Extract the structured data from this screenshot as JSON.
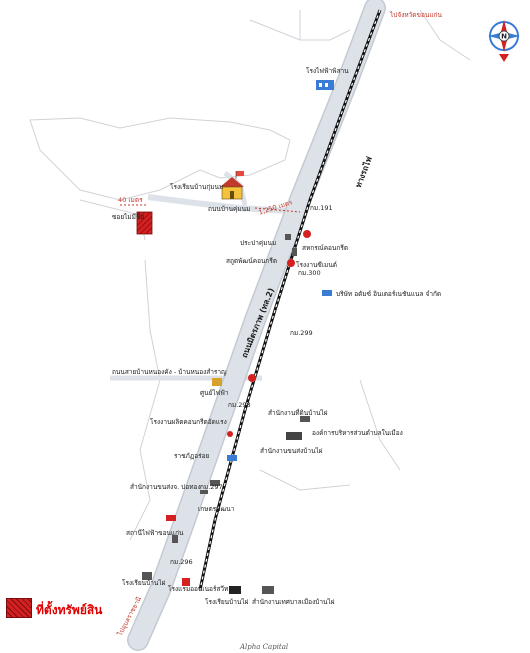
{
  "destinations": {
    "top": "ไปจังหวัดขอนแก่น",
    "bottom": "ไปอุบลราชธานี"
  },
  "roads": {
    "highway": "ถนนมิตรภาพ (ทล.2)",
    "railway": "ทางรถไฟ",
    "side_road": "ถนนบ้านคุ่มนม",
    "crossing_road": "ถนนสายบ้านหนองคัง - บ้านหนองสำราญ"
  },
  "distances": {
    "to_site": "40 เมตร",
    "along_road": "1,250 เมตร"
  },
  "places": [
    {
      "name": "โรงไฟฟ้าพิสาน",
      "color": "#222"
    },
    {
      "name": "โรงเรียนบ้านกุ่มนม",
      "color": "#222"
    },
    {
      "name": "ซอยไม่มีชื่อ",
      "color": "#222"
    },
    {
      "name": "กม.191",
      "color": "#222"
    },
    {
      "name": "ประปาคุ่มนม",
      "color": "#222"
    },
    {
      "name": "สหกรณ์คอนกรีต",
      "color": "#222"
    },
    {
      "name": "สถูตพัฒน์คอนกรีต",
      "color": "#222"
    },
    {
      "name": "กม.300",
      "color": "#222"
    },
    {
      "name": "โรงงานซีเมนต์",
      "color": "#222"
    },
    {
      "name": "บริษัท อดัมซ์ อินเตอร์เนชันแนล จำกัด",
      "color": "#222"
    },
    {
      "name": "กม.299",
      "color": "#222"
    },
    {
      "name": "ศูนย์ไฟฟ้า",
      "color": "#222"
    },
    {
      "name": "กม.298",
      "color": "#222"
    },
    {
      "name": "สำนักงานที่ดินบ้านไผ่",
      "color": "#222"
    },
    {
      "name": "โรงงานผลิตคอนกรีตอัดแรง",
      "color": "#222"
    },
    {
      "name": "องค์การบริหารส่วนตำบลในเมือง",
      "color": "#222"
    },
    {
      "name": "สำนักงานขนส่งบ้านไผ่",
      "color": "#222"
    },
    {
      "name": "ราชภัฏอร่อย",
      "color": "#222"
    },
    {
      "name": "สำนักงานขนส่งจ. บ่อทอง",
      "color": "#222"
    },
    {
      "name": "กม.297",
      "color": "#222"
    },
    {
      "name": "เกษตรพัฒนา",
      "color": "#222"
    },
    {
      "name": "สถานีไฟฟ้าขอนแก่น",
      "color": "#222"
    },
    {
      "name": "กม.296",
      "color": "#222"
    },
    {
      "name": "โรงเรียนบ้านไผ่",
      "color": "#222"
    },
    {
      "name": "โรงแรมออนเนอร์สวีท",
      "color": "#222"
    },
    {
      "name": "โรงเรียนบ้านไผ่",
      "color": "#222"
    },
    {
      "name": "สำนักงานเทศบาลเมืองบ้านไผ่",
      "color": "#222"
    }
  ],
  "legend": {
    "label": "ที่ตั้งทรัพย์สิน",
    "swatch_color": "#e00000"
  },
  "compass": {
    "letter": "N"
  },
  "credit": "Alpha Capital",
  "colors": {
    "road": "#dde2e8",
    "road_edge": "#c4cad2",
    "railway": "#111111",
    "boundary": "#cfd3d8",
    "site": "#d42020"
  }
}
